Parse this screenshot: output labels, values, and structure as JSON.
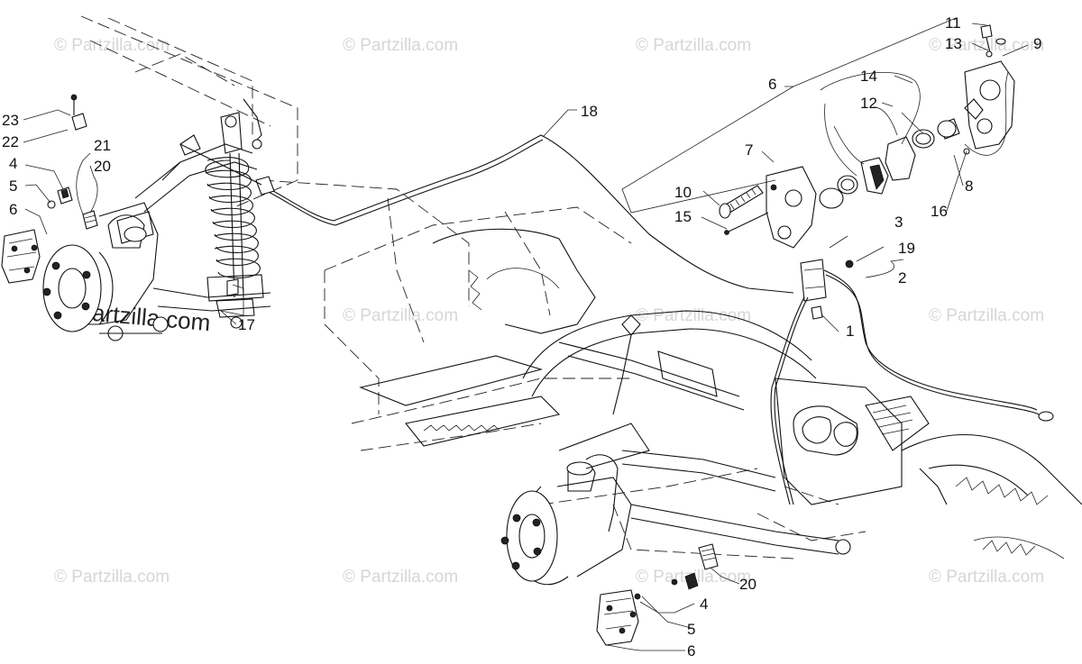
{
  "watermark": {
    "text": "© Partzilla.com",
    "main_text": "© Partzilla.com"
  },
  "callouts": [
    "1",
    "2",
    "3",
    "4",
    "4",
    "5",
    "5",
    "6",
    "6",
    "6",
    "7",
    "8",
    "9",
    "10",
    "11",
    "12",
    "13",
    "14",
    "15",
    "16",
    "17",
    "18",
    "19",
    "20",
    "20",
    "21",
    "22",
    "23"
  ],
  "colors": {
    "ink": "#111111",
    "background": "#ffffff",
    "watermark": "#d6d6d6"
  }
}
